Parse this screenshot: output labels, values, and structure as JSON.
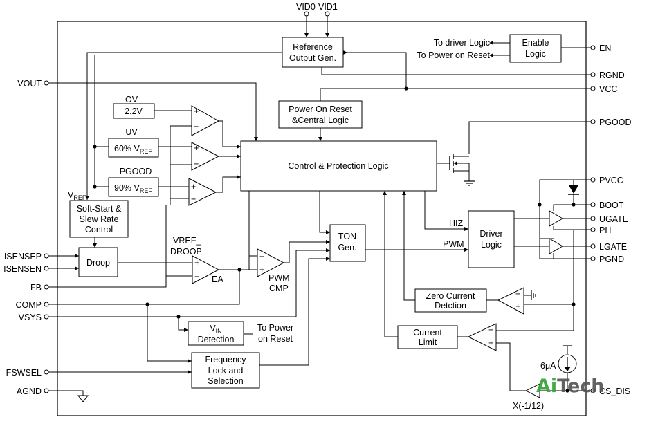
{
  "pins": {
    "vid0": "VID0",
    "vid1": "VID1",
    "en": "EN",
    "rgnd": "RGND",
    "vcc": "VCC",
    "pgood": "PGOOD",
    "pvcc": "PVCC",
    "boot": "BOOT",
    "ugate": "UGATE",
    "ph": "PH",
    "lgate": "LGATE",
    "pgnd": "PGND",
    "cs_dis": "CS_DIS",
    "vout": "VOUT",
    "isensep": "ISENSEP",
    "isensen": "ISENSEN",
    "fb": "FB",
    "comp": "COMP",
    "vsys": "VSYS",
    "fswsel": "FSWSEL",
    "agnd": "AGND"
  },
  "blocks": {
    "reference_l1": "Reference",
    "reference_l2": "Output Gen.",
    "enable_l1": "Enable",
    "enable_l2": "Logic",
    "por_l1": "Power On Reset",
    "por_l2": "&Central Logic",
    "control": "Control & Protection Logic",
    "ss_l1": "Soft-Start &",
    "ss_l2": "Slew Rate",
    "ss_l3": "Control",
    "droop": "Droop",
    "ton_l1": "TON",
    "ton_l2": "Gen.",
    "driver_l1": "Driver",
    "driver_l2": "Logic",
    "zc_l1": "Zero Current",
    "zc_l2": "Detction",
    "cl_l1": "Current",
    "cl_l2": "Limit",
    "vin_main": "V",
    "vin_sub": "IN",
    "vin_l2": "Detection",
    "freq_l1": "Frequency",
    "freq_l2": "Lock and",
    "freq_l3": "Selection",
    "ov_ref": "2.2V",
    "uv_ref_main": "60% V",
    "uv_ref_sub": "REF",
    "pg_ref_main": "90% V",
    "pg_ref_sub": "REF"
  },
  "labels": {
    "to_driver_logic": "To driver Logic",
    "to_por": "To Power on Reset",
    "ov": "OV",
    "uv": "UV",
    "pgood": "PGOOD",
    "vref_main": "V",
    "vref_sub": "REF",
    "vref_droop_l1": "VREF_",
    "vref_droop_l2": "DROOP",
    "ea": "EA",
    "pwm_cmp_l1": "PWM",
    "pwm_cmp_l2": "CMP",
    "hiz": "HIZ",
    "pwm": "PWM",
    "to_por2_l1": "To Power",
    "to_por2_l2": "on Reset",
    "current_src": "6μA",
    "gain": "X(-1/12)",
    "plus": "+",
    "minus": "−"
  },
  "watermark": {
    "part1": "Ai",
    "part2": "Tech"
  },
  "colors": {
    "watermark_green": "#34a336",
    "watermark_gray": "#555555"
  }
}
